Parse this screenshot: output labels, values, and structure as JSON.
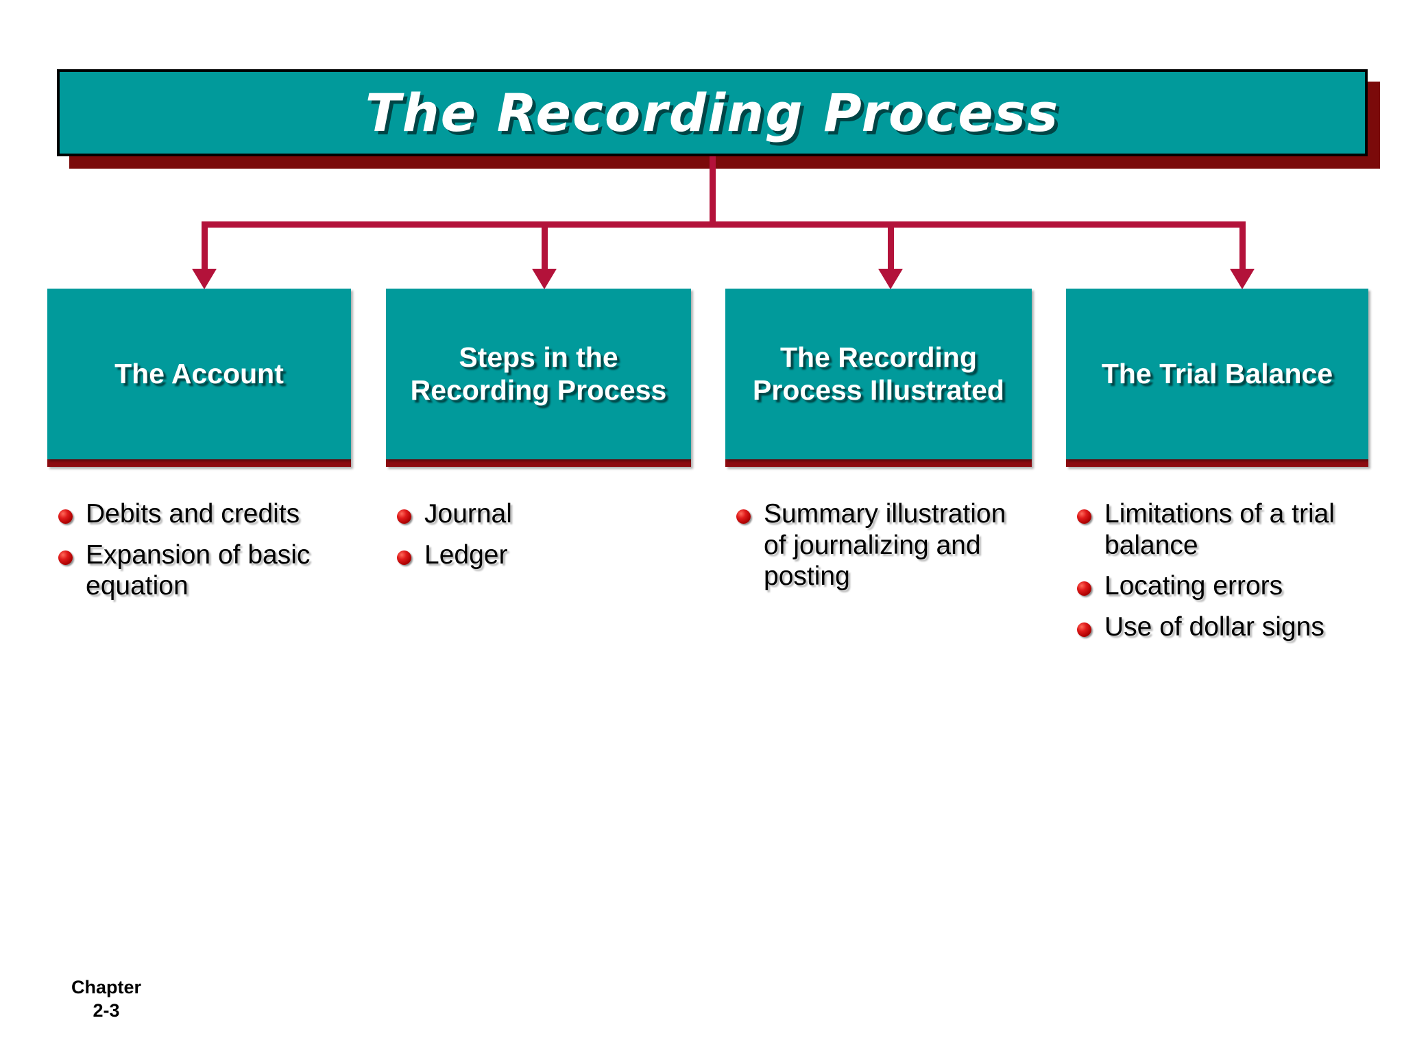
{
  "slide": {
    "title": "The Recording Process",
    "footer": {
      "label": "Chapter",
      "number": "2-3"
    },
    "colors": {
      "teal": "#019A9B",
      "dark_red": "#8C0B10",
      "crimson_connector": "#B3123A",
      "title_shadow": "#7B0A0A",
      "bullet_red": "#C21010",
      "text_white": "#FFFFFF",
      "text_black": "#000000",
      "background": "#FFFFFF"
    },
    "columns": [
      {
        "heading": "The Account",
        "bullets": [
          "Debits and credits",
          "Expansion of basic equation"
        ]
      },
      {
        "heading": "Steps in the Recording Process",
        "bullets": [
          "Journal",
          "Ledger"
        ]
      },
      {
        "heading": "The Recording Process Illustrated",
        "bullets": [
          "Summary illustration of journalizing and posting"
        ]
      },
      {
        "heading": "The Trial Balance",
        "bullets": [
          "Limitations of a trial balance",
          "Locating errors",
          "Use of dollar signs"
        ]
      }
    ]
  },
  "icons": {
    "bullet": "red-sphere-bullet-icon",
    "arrow": "down-arrow-icon"
  }
}
